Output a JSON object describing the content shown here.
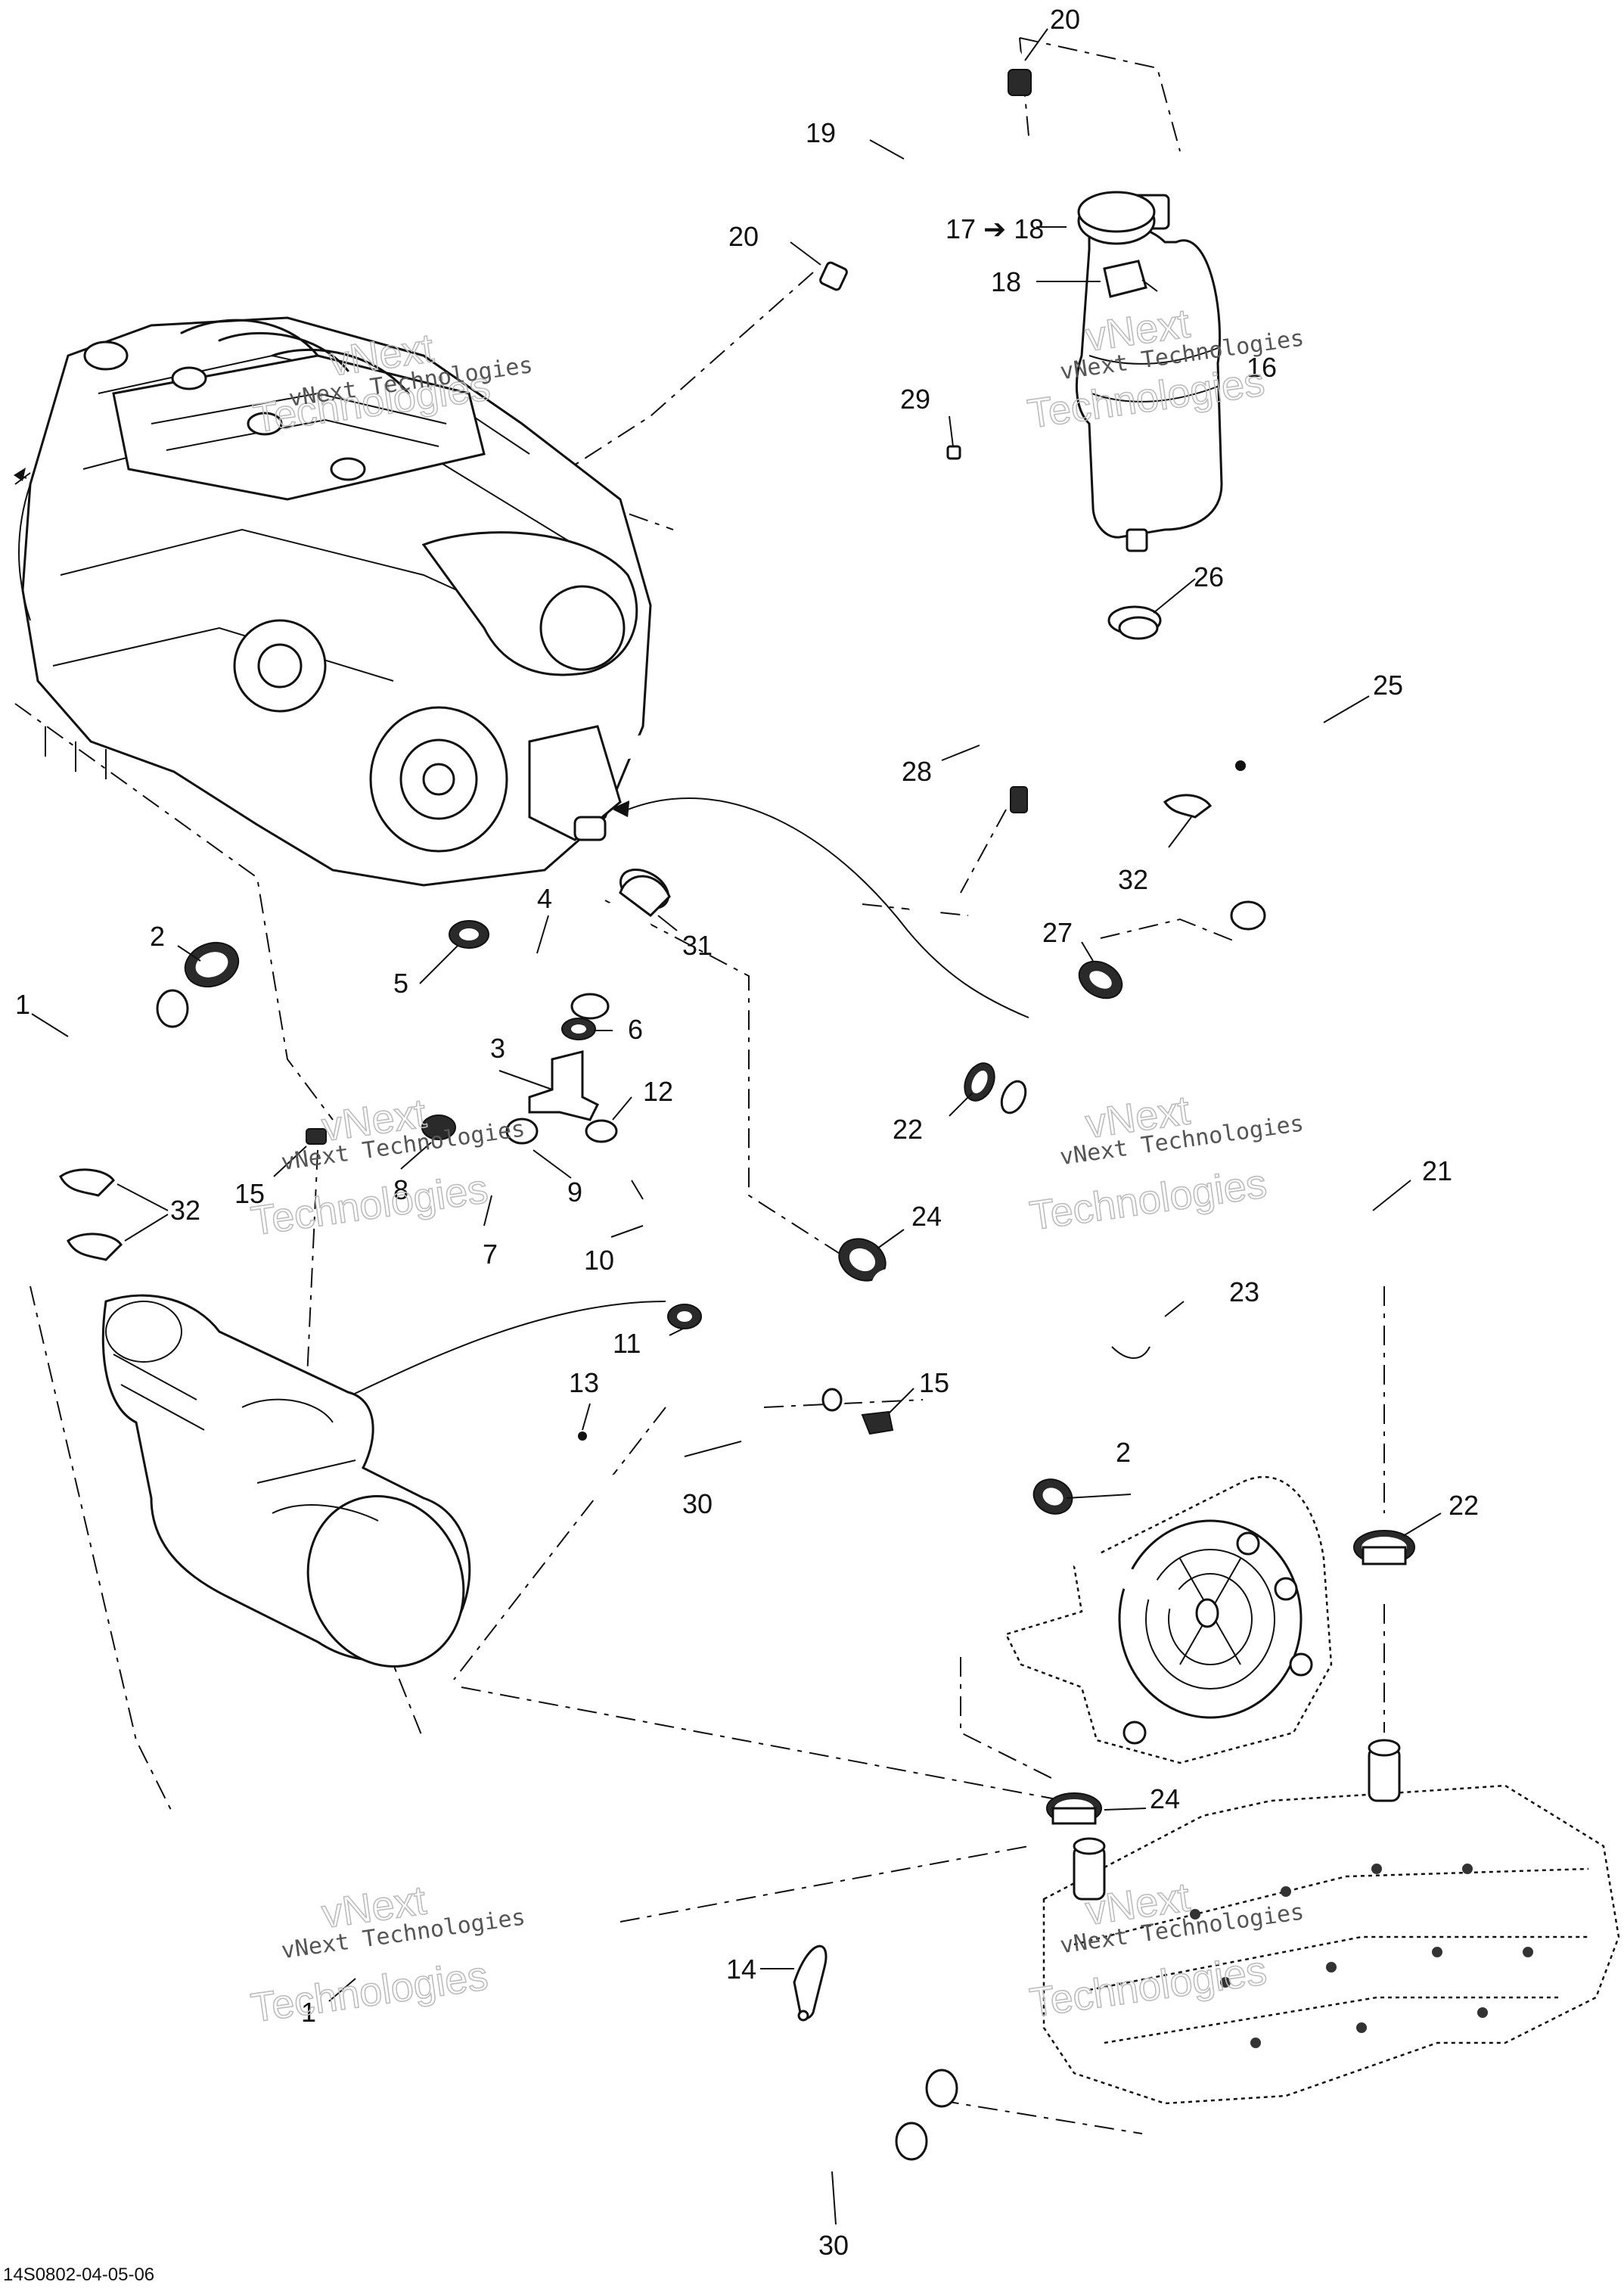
{
  "diagram": {
    "reference_code": "14S0802-04-05-06",
    "watermark": {
      "line": "vNext Technologies",
      "ghost_line1": "vNext",
      "ghost_line2": "Technologies"
    },
    "callouts": {
      "c1a": "1",
      "c1b": "1",
      "c2a": "2",
      "c2b": "2",
      "c3": "3",
      "c4": "4",
      "c5": "5",
      "c6": "6",
      "c7": "7",
      "c8": "8",
      "c9": "9",
      "c10": "10",
      "c11": "11",
      "c12": "12",
      "c13": "13",
      "c14": "14",
      "c15a": "15",
      "c15b": "15",
      "c16": "16",
      "c17": "17 ➔ 18",
      "c18": "18",
      "c19": "19",
      "c20a": "20",
      "c20b": "20",
      "c21": "21",
      "c22a": "22",
      "c22b": "22",
      "c23": "23",
      "c24a": "24",
      "c24b": "24",
      "c25": "25",
      "c26": "26",
      "c27": "27",
      "c28": "28",
      "c29": "29",
      "c30a": "30",
      "c30b": "30",
      "c31": "31",
      "c32a": "32",
      "c32b": "32"
    },
    "colors": {
      "ink": "#111111",
      "paper": "#ffffff",
      "watermark": "#555555"
    }
  }
}
